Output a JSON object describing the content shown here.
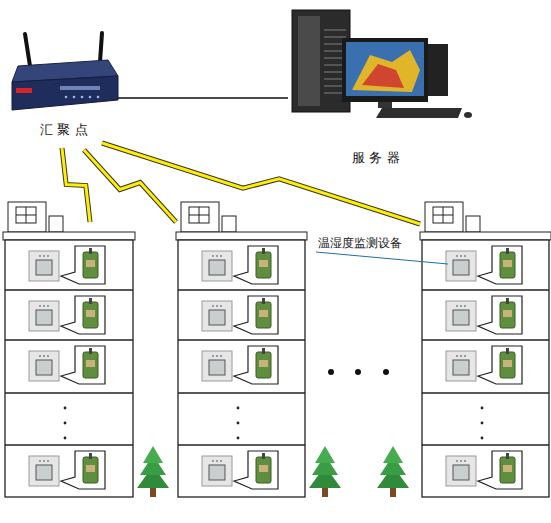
{
  "diagram": {
    "nodes": [
      {
        "text": [
          "汇 聚 点"
        ]
      },
      {
        "text": [
          "服 务 器"
        ]
      }
    ],
    "edges": [
      {
        "from": 0,
        "to": 1,
        "arrow": "none"
      }
    ],
    "labels": [
      "温湿度监测设备"
    ]
  }
}
